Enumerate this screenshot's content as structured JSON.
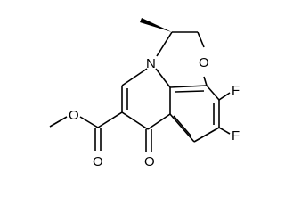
{
  "molecule": {
    "atoms": {
      "oxygen_ring": "O",
      "nitrogen": "N",
      "fluorine_top": "F",
      "fluorine_bottom": "F",
      "oxygen_ester_single": "O",
      "oxygen_ester_double": "O",
      "oxygen_ketone": "O"
    }
  },
  "colors": {
    "bond": "#000000",
    "background": "#ffffff"
  }
}
